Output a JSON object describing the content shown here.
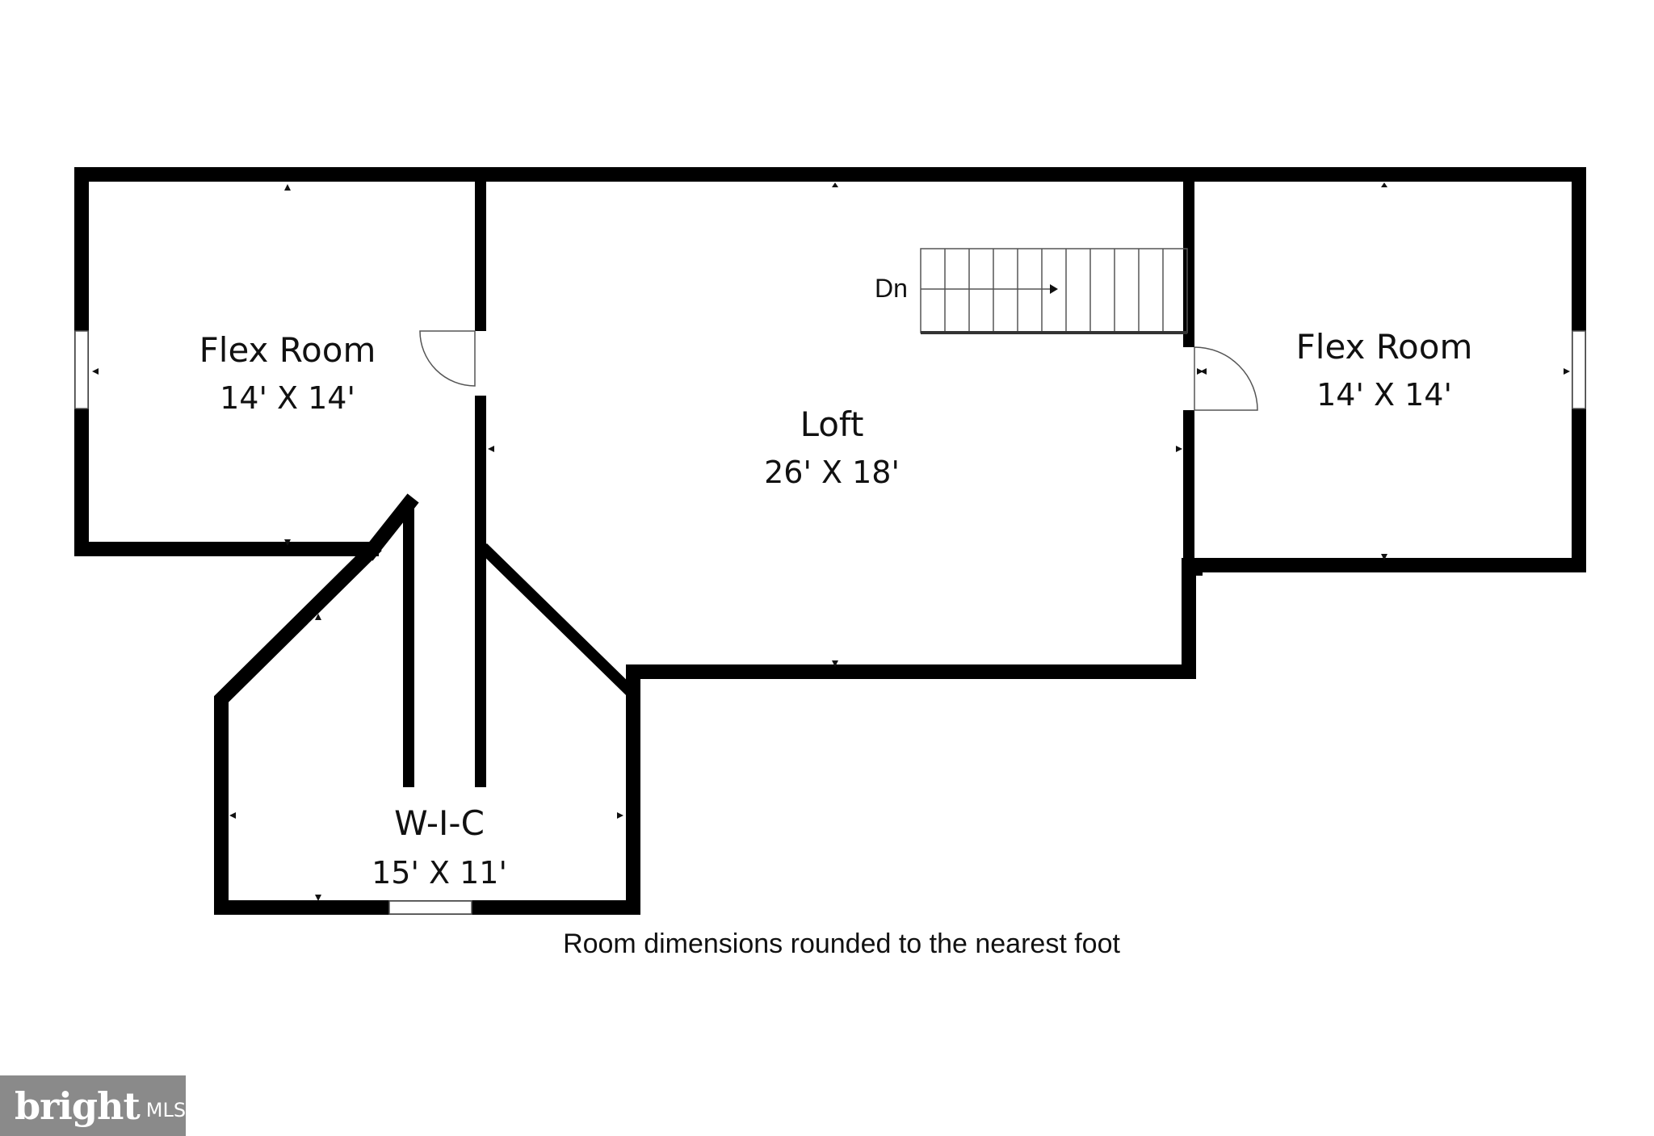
{
  "rooms": [
    {
      "name": "Flex Room",
      "dimensions": "14' X 14'"
    },
    {
      "name": "Loft",
      "dimensions": "26' X 18'"
    },
    {
      "name": "Flex Room",
      "dimensions": "14' X 14'"
    },
    {
      "name": "W-I-C",
      "dimensions": "15' X 11'"
    }
  ],
  "stairs": {
    "label": "Dn"
  },
  "footnote": "Room dimensions rounded to the nearest foot",
  "watermark": {
    "brand": "bright",
    "suffix": "MLS"
  }
}
